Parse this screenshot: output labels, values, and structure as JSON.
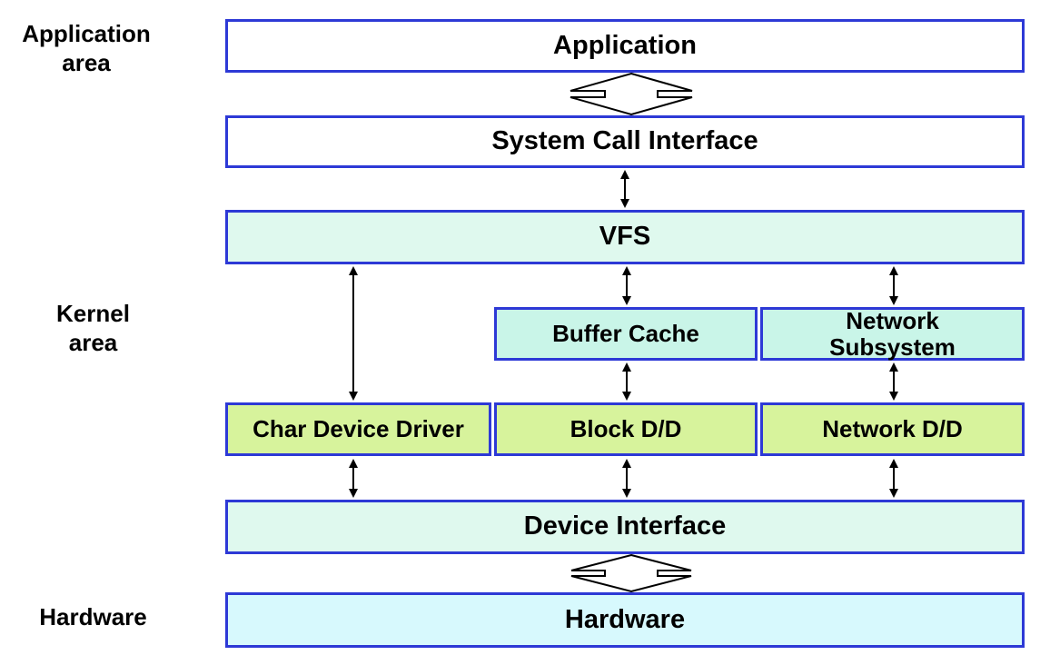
{
  "colors": {
    "border": "#2d39d6",
    "white": "#ffffff",
    "mint": "#dff9ee",
    "cyan": "#c9f5e8",
    "green": "#d7f39c",
    "palecyan": "#d7f9fd",
    "arrow": "#000000",
    "text": "#000000"
  },
  "side_labels": {
    "application_area": "Application\narea",
    "kernel_area": "Kernel\narea",
    "hardware": "Hardware"
  },
  "boxes": {
    "application": "Application",
    "system_call_interface": "System Call Interface",
    "vfs": "VFS",
    "buffer_cache": "Buffer Cache",
    "network_subsystem": "Network\nSubsystem",
    "char_device_driver": "Char Device Driver",
    "block_dd": "Block D/D",
    "network_dd": "Network D/D",
    "device_interface": "Device Interface",
    "hardware": "Hardware"
  }
}
